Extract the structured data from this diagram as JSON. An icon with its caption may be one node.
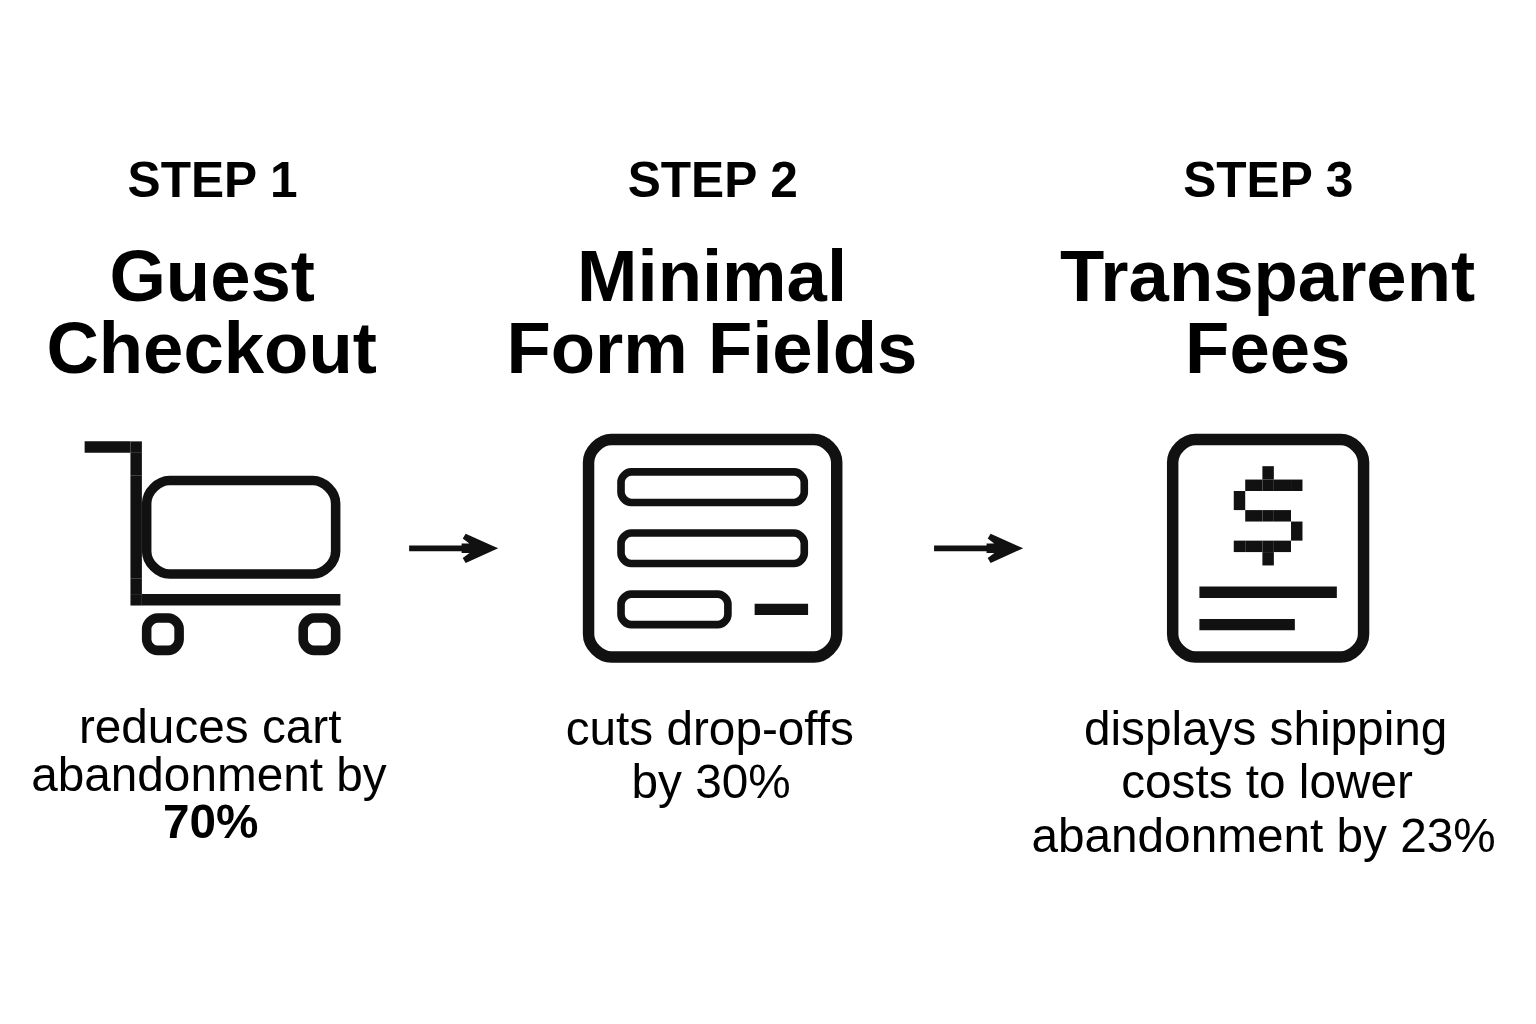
{
  "diagram": {
    "nodes": [
      {
        "text": [],
        "shape": "picture",
        "beside": [
          "STEP 1",
          "Guest Checkout",
          "reduces cart abandonment by **70%**"
        ]
      },
      {
        "text": [],
        "shape": "picture",
        "beside": [
          "STEP 2",
          "Minimal Form Fields",
          "cuts drop-offs by 30%"
        ]
      },
      {
        "text": [],
        "shape": "picture",
        "beside": [
          "STEP 3",
          "Transparent Fees",
          "displays shipping costs to lower abandonment by 23%"
        ]
      }
    ],
    "edges": [
      {
        "from": 0,
        "to": 1,
        "arrow": "to"
      },
      {
        "from": 1,
        "to": 2,
        "arrow": "to"
      }
    ]
  }
}
